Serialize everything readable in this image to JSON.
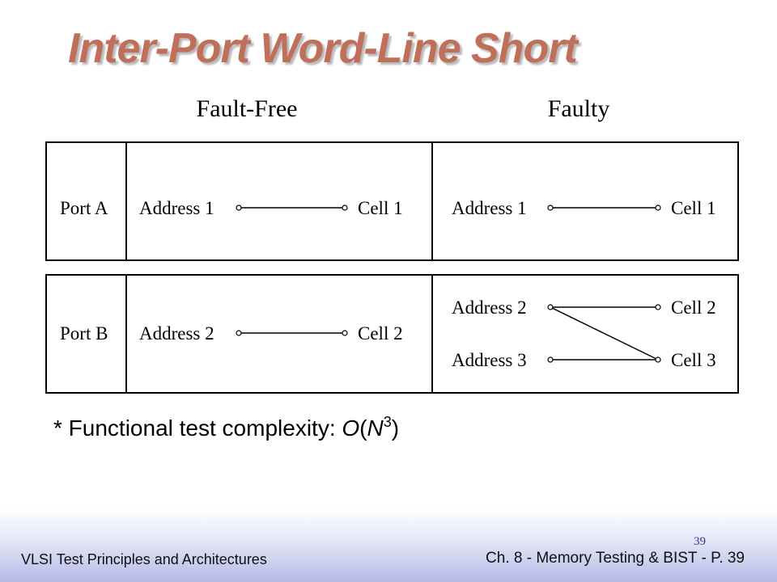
{
  "slide": {
    "title": "Inter-Port Word-Line Short",
    "note": {
      "prefix": "* Functional test complexity:  ",
      "fn": "O",
      "open": "(",
      "var": "N",
      "exp": "3",
      "close": ")"
    },
    "footer_left": "VLSI Test Principles and Architectures",
    "footer_right": "Ch. 8 - Memory Testing & BIST - P. 39",
    "slide_number": "39"
  },
  "diagram": {
    "headers": {
      "fault_free": "Fault-Free",
      "faulty": "Faulty"
    },
    "port_a": {
      "label": "Port A",
      "fault_free": {
        "from": "Address 1",
        "to": "Cell 1"
      },
      "faulty": {
        "from": "Address 1",
        "to": "Cell 1"
      }
    },
    "port_b": {
      "label": "Port B",
      "fault_free": {
        "from": "Address 2",
        "to": "Cell 2"
      },
      "faulty": [
        {
          "from": "Address 2",
          "to": "Cell 2"
        },
        {
          "from": "Address 3",
          "to": "Cell 3"
        }
      ]
    }
  }
}
